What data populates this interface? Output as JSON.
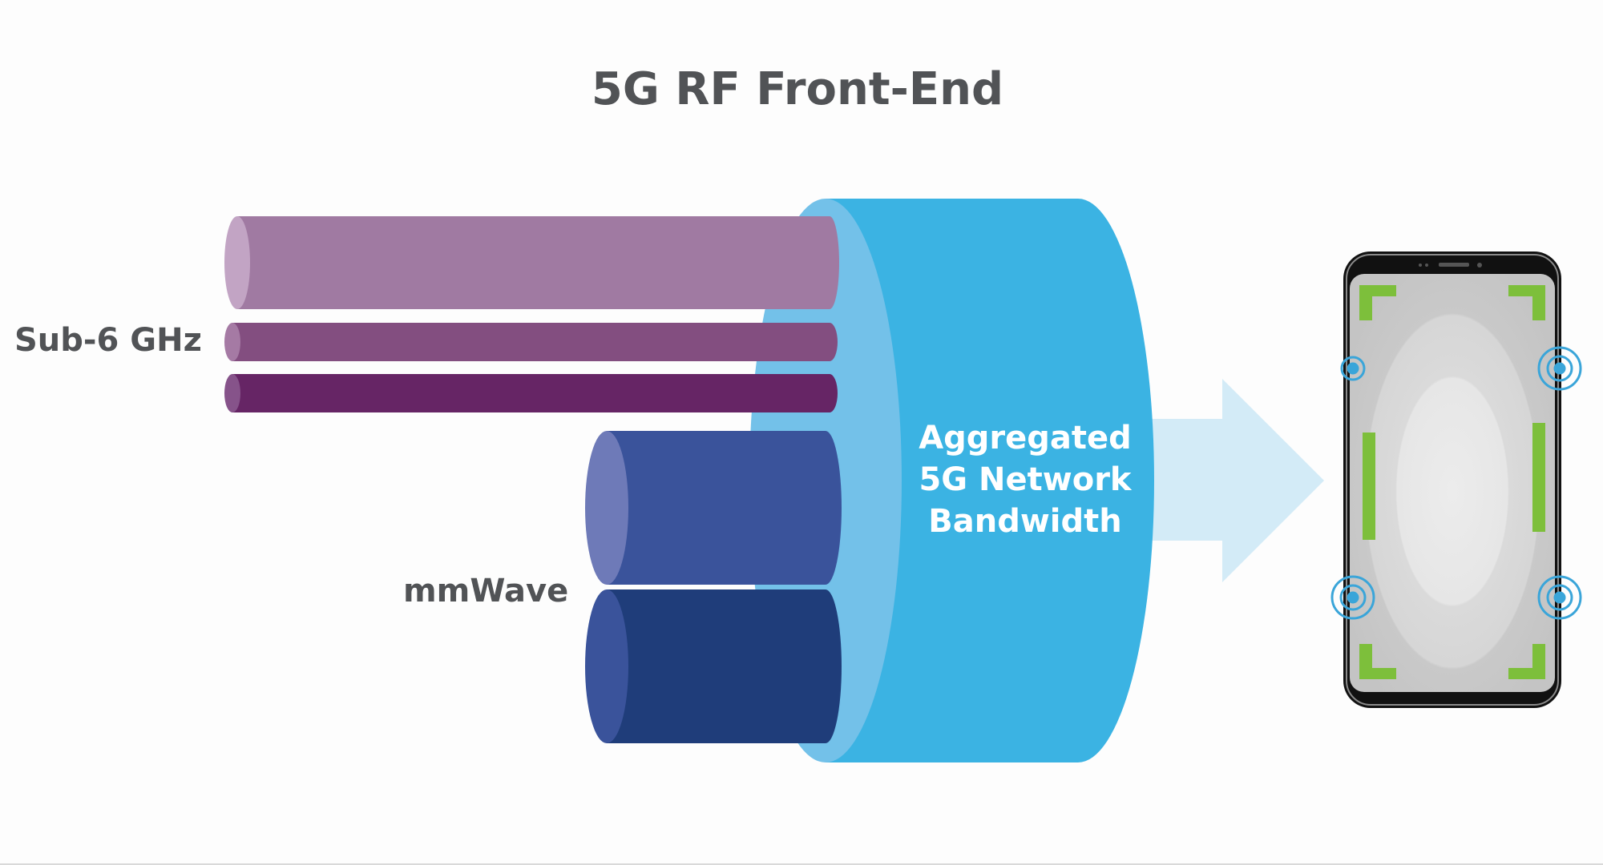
{
  "title": "5G RF Front-End",
  "groups": {
    "sub6": {
      "label": "Sub-6 GHz"
    },
    "mmwave": {
      "label": "mmWave"
    }
  },
  "aggregate": {
    "lines": [
      "Aggregated",
      "5G Network",
      "Bandwidth"
    ]
  },
  "colors": {
    "sub6_band_1": "#a07aa2",
    "sub6_band_2": "#834e80",
    "sub6_band_3": "#662565",
    "mmwave_band_1": "#3a539b",
    "mmwave_band_2": "#1f3d7a",
    "aggregate": "#3bb3e3",
    "aggregate_face": "#73c1e9",
    "arrow": "#d3ebf7",
    "antenna": "#3aa5d9",
    "bracket": "#7dbf3b",
    "phone_body": "#111111",
    "text": "#515356"
  },
  "icons": {
    "phone": "smartphone-icon",
    "antenna": "antenna-signal-icon",
    "arrow": "arrow-right-icon"
  }
}
